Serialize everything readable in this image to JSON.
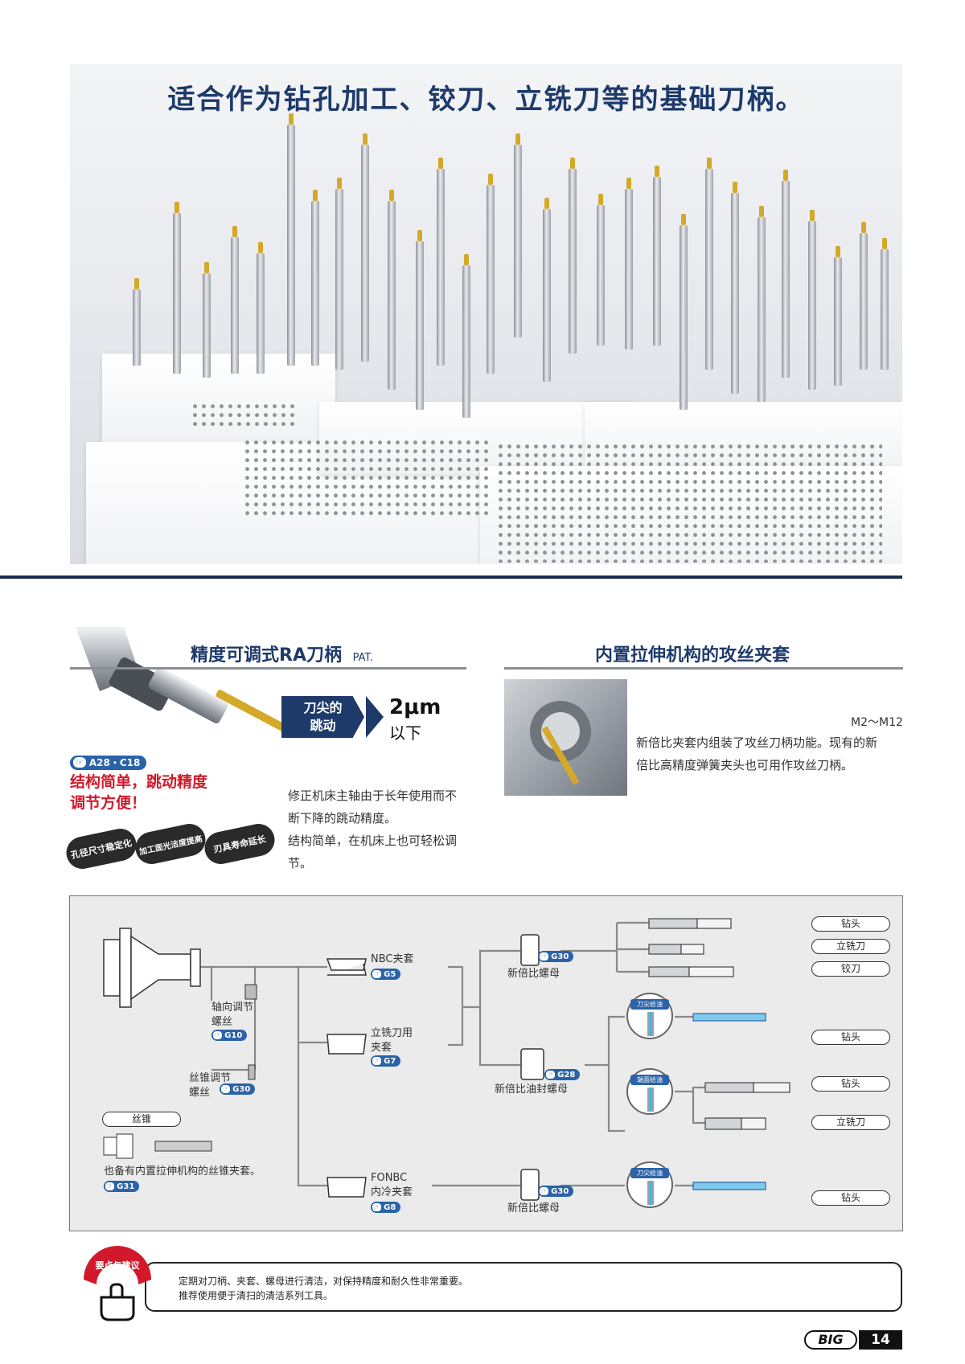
{
  "hero": {
    "title": "适合作为钻孔加工、铰刀、立铣刀等的基础刀柄。"
  },
  "ra_section": {
    "title": "精度可调式RA刀柄",
    "pat": "PAT.",
    "ref": "A28・C18",
    "headline_1": "结构简单，跳动精度",
    "headline_2": "调节方便！",
    "badges": [
      "孔径尺寸稳定化",
      "加工面光洁度提高",
      "刃具寿命延长"
    ],
    "runout_label_1": "刀尖的",
    "runout_label_2": "跳动",
    "runout_value": "2μm",
    "runout_sub": "以下",
    "desc_1": "修正机床主轴由于长年使用而不",
    "desc_2": "断下降的跳动精度。",
    "desc_3": "结构简单，在机床上也可轻松调",
    "desc_4": "节。"
  },
  "tap_section": {
    "title": "内置拉伸机构的攻丝夹套",
    "range": "M2～M12",
    "desc_1": "新倍比夹套内组装了攻丝刀柄功能。现有的新",
    "desc_2": "倍比高精度弹簧夹头也可用作攻丝刀柄。"
  },
  "diagram": {
    "axial_screw_1": "轴向调节",
    "axial_screw_2": "螺丝",
    "axial_ref": "G10",
    "taper_screw_1": "丝锥调节",
    "taper_screw_2": "螺丝",
    "taper_ref": "G30",
    "tap_pill": "丝锥",
    "tap_note": "也备有内置拉伸机构的丝锥夹套。",
    "tap_ref": "G31",
    "nbc_label": "NBC夹套",
    "nbc_ref": "G5",
    "endmill_collet_1": "立铣刀用",
    "endmill_collet_2": "夹套",
    "endmill_collet_ref": "G7",
    "fonbc_1": "FONBC",
    "fonbc_2": "内冷夹套",
    "fonbc_ref": "G8",
    "nut_1": "新倍比螺母",
    "nut_1_ref": "G30",
    "oil_nut": "新倍比油封螺母",
    "oil_nut_ref": "G28",
    "nut_2": "新倍比螺母",
    "nut_2_ref": "G30",
    "tool_drill_1": "钻头",
    "tool_endmill_1": "立铣刀",
    "tool_reamer": "铰刀",
    "tool_drill_2": "钻头",
    "tool_drill_3": "钻头",
    "tool_endmill_2": "立铣刀",
    "tool_drill_4": "钻头",
    "coolant_1": "刀尖给油",
    "coolant_2": "端面给油",
    "coolant_3": "刀尖给油"
  },
  "tips": {
    "seal": "要点与建议",
    "line_1": "定期对刀柄、夹套、螺母进行清洁，对保持精度和耐久性非常重要。",
    "line_2": "推荐使用便于清扫的清洁系列工具。"
  },
  "footer": {
    "logo": "BIG",
    "page": "14"
  }
}
